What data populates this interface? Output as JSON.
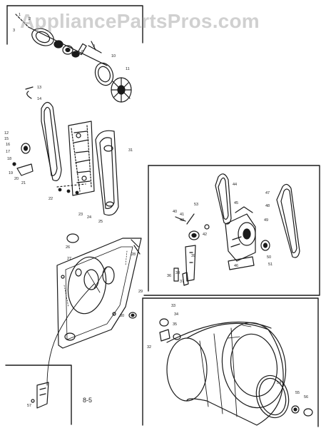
{
  "watermark": "AppliancePartsPros.com",
  "page_label": "8-5",
  "colors": {
    "ink": "#1a1a1a",
    "paper": "#ffffff",
    "watermark": "#aaaaaa"
  },
  "callouts": {
    "c1": "1",
    "c2": "2",
    "c3": "3",
    "c6": "6",
    "c9": "9",
    "c10": "10",
    "c11": "11",
    "c12": "12",
    "c13": "13",
    "c14": "14",
    "c15": "15",
    "c16": "16",
    "c17": "17",
    "c18": "18",
    "c19": "19",
    "c20": "20",
    "c21": "21",
    "c22": "22",
    "c23": "23",
    "c24": "24",
    "c25": "25",
    "c26": "26",
    "c27": "27",
    "c28": "28",
    "c29": "29",
    "c30": "30",
    "c31": "31",
    "c32": "32",
    "c33": "33",
    "c34": "34",
    "c35": "35",
    "c36": "36",
    "c37": "37",
    "c38": "38",
    "c39": "39",
    "c40": "40",
    "c41": "41",
    "c42": "42",
    "c43": "43",
    "c44": "44",
    "c45": "45",
    "c46": "46",
    "c47": "47",
    "c48": "48",
    "c49": "49",
    "c50": "50",
    "c51": "51",
    "c53": "53",
    "c54": "54",
    "c55": "55",
    "c56": "56",
    "c57": "57"
  }
}
